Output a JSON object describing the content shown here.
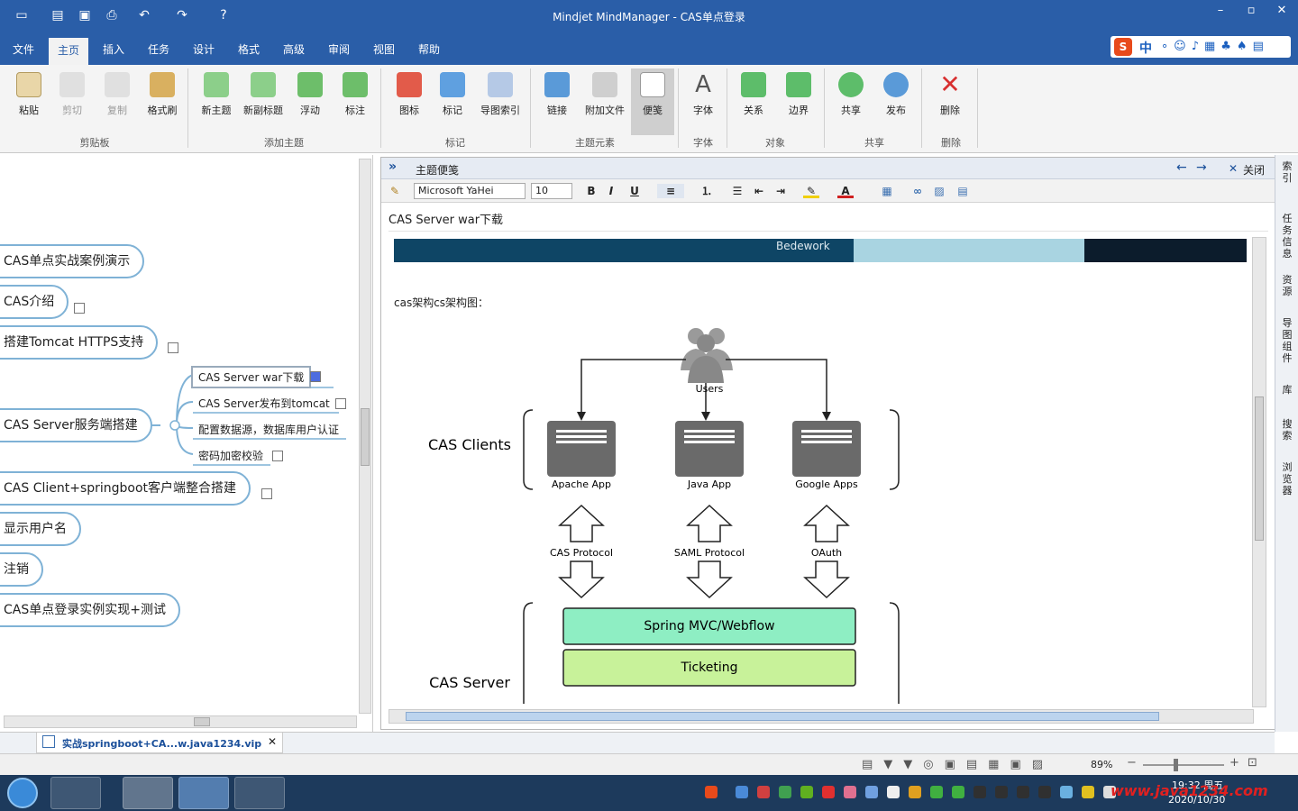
{
  "window": {
    "title": "Mindjet MindManager - CAS单点登录",
    "min": "–",
    "restore": "▫",
    "close": "✕"
  },
  "menu": [
    "文件",
    "主页",
    "插入",
    "任务",
    "设计",
    "格式",
    "高级",
    "审阅",
    "视图",
    "帮助"
  ],
  "ime": {
    "label": "中"
  },
  "ribbon": {
    "buttons": [
      "粘贴",
      "剪切",
      "复制",
      "格式刷",
      "新主题",
      "新副标题",
      "浮动",
      "标注",
      "图标",
      "标记",
      "导图索引",
      "链接",
      "附加文件",
      "便笺",
      "字体",
      "关系",
      "边界",
      "共享",
      "发布",
      "删除"
    ],
    "groups": [
      "剪贴板",
      "添加主题",
      "标记",
      "主题元素",
      "字体",
      "对象",
      "共享",
      "删除"
    ]
  },
  "mindmap": {
    "nodes": [
      "CAS单点实战案例演示",
      "CAS介绍",
      "搭建Tomcat HTTPS支持",
      "CAS Server服务端搭建",
      "CAS Client+springboot客户端整合搭建",
      "显示用户名",
      "注销",
      "CAS单点登录实例实现+测试"
    ],
    "subs": [
      "CAS Server war下载",
      "CAS Server发布到tomcat",
      "配置数据源，数据库用户认证",
      "密码加密校验"
    ]
  },
  "notes": {
    "panel_title": "主题便笺",
    "close_label": "关闭",
    "font": "Microsoft YaHei",
    "size": "10",
    "bold": "B",
    "italic": "I",
    "underline": "U",
    "title": "CAS Server war下载",
    "banner_text": "Bedework",
    "intro": "cas架构cs架构图：",
    "diagram": {
      "users": "Users",
      "clients_label": "CAS Clients",
      "apps": [
        "Apache App",
        "Java App",
        "Google Apps"
      ],
      "protocols": [
        "CAS Protocol",
        "SAML Protocol",
        "OAuth"
      ],
      "server_label": "CAS Server",
      "layers": [
        "Spring MVC/Webflow",
        "Ticketing"
      ],
      "colors": {
        "spring": "#8eeec3",
        "ticket": "#c8f29a",
        "app": "#6a6a6a"
      }
    }
  },
  "side_tabs": [
    "索引",
    "任务信息",
    "资源",
    "导图组件",
    "库",
    "搜索",
    "浏览器"
  ],
  "doctab": {
    "label": "实战springboot+CA...w.java1234.vip"
  },
  "status": {
    "zoom": "89%"
  },
  "clock": {
    "time": "19:32 周五",
    "date": "2020/10/30"
  },
  "watermark": "www.java1234.com"
}
